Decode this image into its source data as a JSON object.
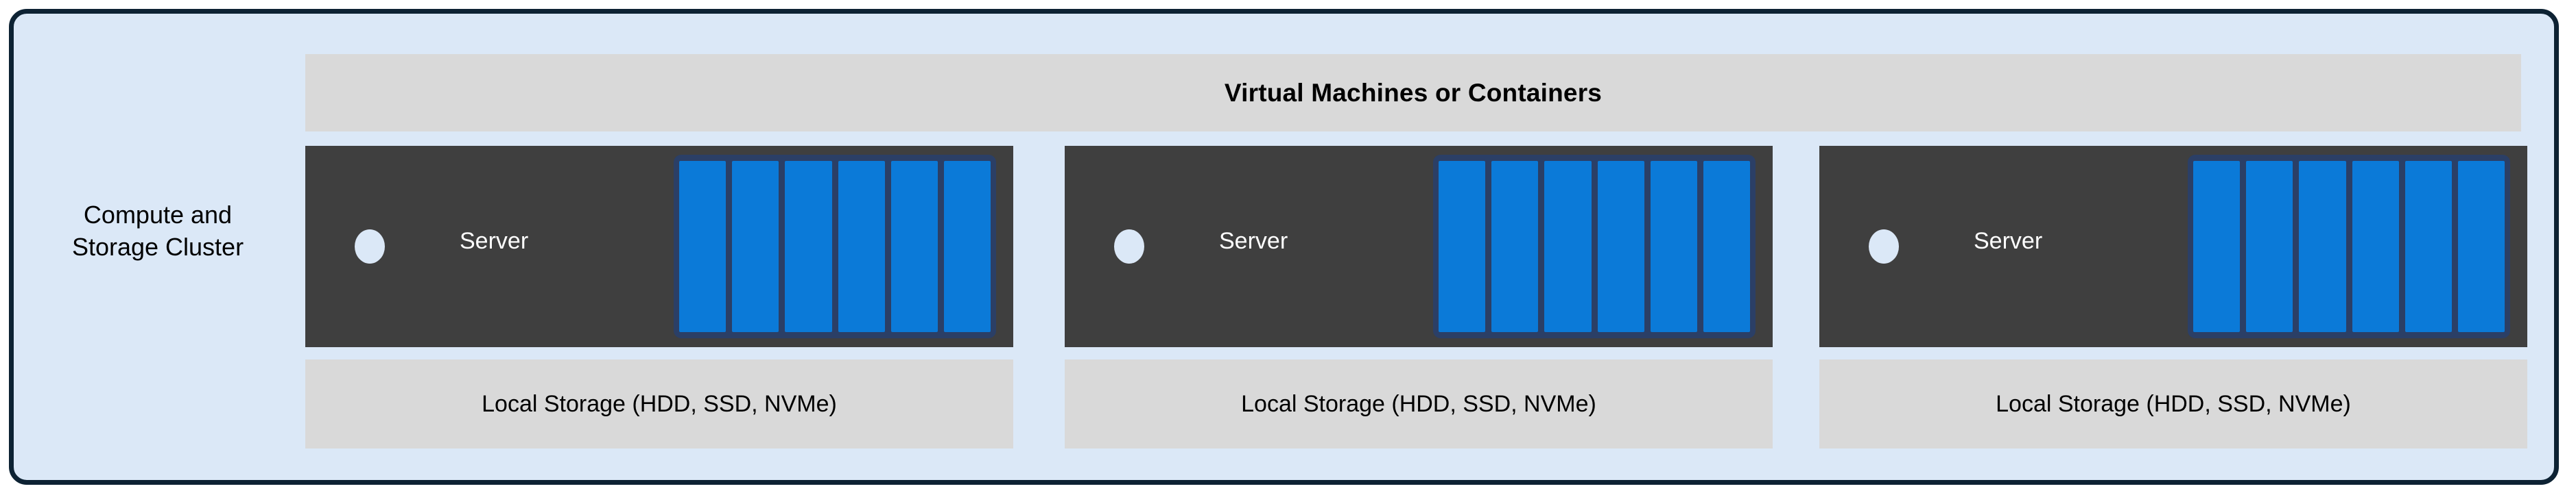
{
  "diagram": {
    "cluster_label": "Compute and\nStorage Cluster",
    "banner": {
      "label": "Virtual Machines or Containers"
    },
    "nodes": [
      {
        "server_label": "Server",
        "storage_label": "Local Storage (HDD, SSD, NVMe)",
        "drive_bays": 6,
        "power_indicator": "power-led"
      },
      {
        "server_label": "Server",
        "storage_label": "Local Storage (HDD, SSD, NVMe)",
        "drive_bays": 6,
        "power_indicator": "power-led"
      },
      {
        "server_label": "Server",
        "storage_label": "Local Storage (HDD, SSD, NVMe)",
        "drive_bays": 6,
        "power_indicator": "power-led"
      }
    ],
    "colors": {
      "frame_border": "#0d2233",
      "frame_fill": "#dbe8f7",
      "banner_fill": "#d9d9d9",
      "server_fill": "#3f3f3f",
      "server_text": "#ffffff",
      "bay_cage": "#2b3f66",
      "bay_fill": "#0b7ad8",
      "storage_fill": "#d9d9d9",
      "text": "#000000"
    }
  }
}
